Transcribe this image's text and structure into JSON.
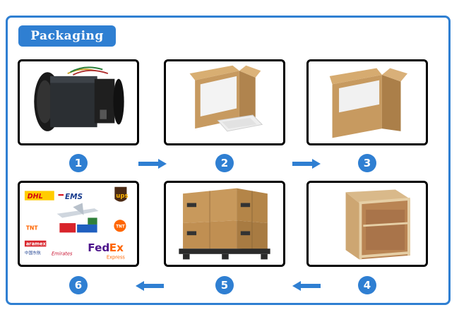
{
  "title": "Packaging",
  "steps": [
    {
      "number": "1"
    },
    {
      "number": "2"
    },
    {
      "number": "3"
    },
    {
      "number": "4"
    },
    {
      "number": "5"
    },
    {
      "number": "6"
    }
  ],
  "carriers": {
    "dhl": "DHL",
    "ems": "EMS",
    "ups": "ups",
    "tnt": "TNT",
    "aramex": "aramex",
    "china_eastern": "中国东航",
    "emirates": "Emirates",
    "fedex_fed": "Fed",
    "fedex_ex": "Ex",
    "fedex_express": "Express",
    "tnt_small": "TNT"
  },
  "colors": {
    "accent": "#2f7fd2",
    "cardboard": "#c8a06a",
    "fedex_purple": "#4d148c",
    "fedex_orange": "#ff6600"
  }
}
